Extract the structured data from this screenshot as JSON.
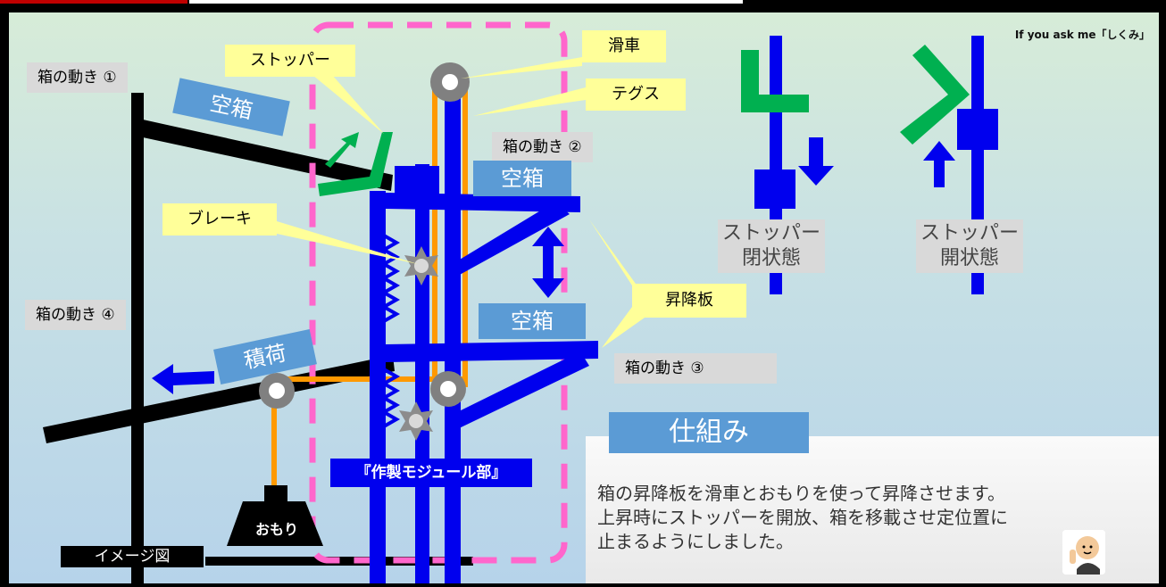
{
  "credit": "If you ask me「しくみ」",
  "labels": {
    "move1": "箱の動き ①",
    "move2": "箱の動き ②",
    "move3": "箱の動き ③",
    "move4": "箱の動き ④",
    "stopper": "ストッパー",
    "pulley": "滑車",
    "tegusu": "テグス",
    "brake": "ブレーキ",
    "lift_plate": "昇降板",
    "empty_box_1": "空箱",
    "empty_box_2": "空箱",
    "empty_box_3": "空箱",
    "loaded": "積荷",
    "module": "『作製モジュール部』",
    "weight": "おもり",
    "image_diagram": "イメージ図"
  },
  "stopper_states": {
    "closed_line1": "ストッパー",
    "closed_line2": "閉状態",
    "open_line1": "ストッパー",
    "open_line2": "開状態"
  },
  "description": {
    "title": "仕組み",
    "line1": "箱の昇降板を滑車とおもりを使って昇降させます。",
    "line2": "上昇時にストッパーを開放、箱を移載させ定位置に",
    "line3": "止まるようにしました。"
  },
  "colors": {
    "frame_blue": "#0000ee",
    "stopper_green": "#00b050",
    "string_orange": "#ff9900",
    "dash_pink": "#ff66cc",
    "label_blue": "#5b9bd5",
    "label_yellow": "#ffff99"
  }
}
